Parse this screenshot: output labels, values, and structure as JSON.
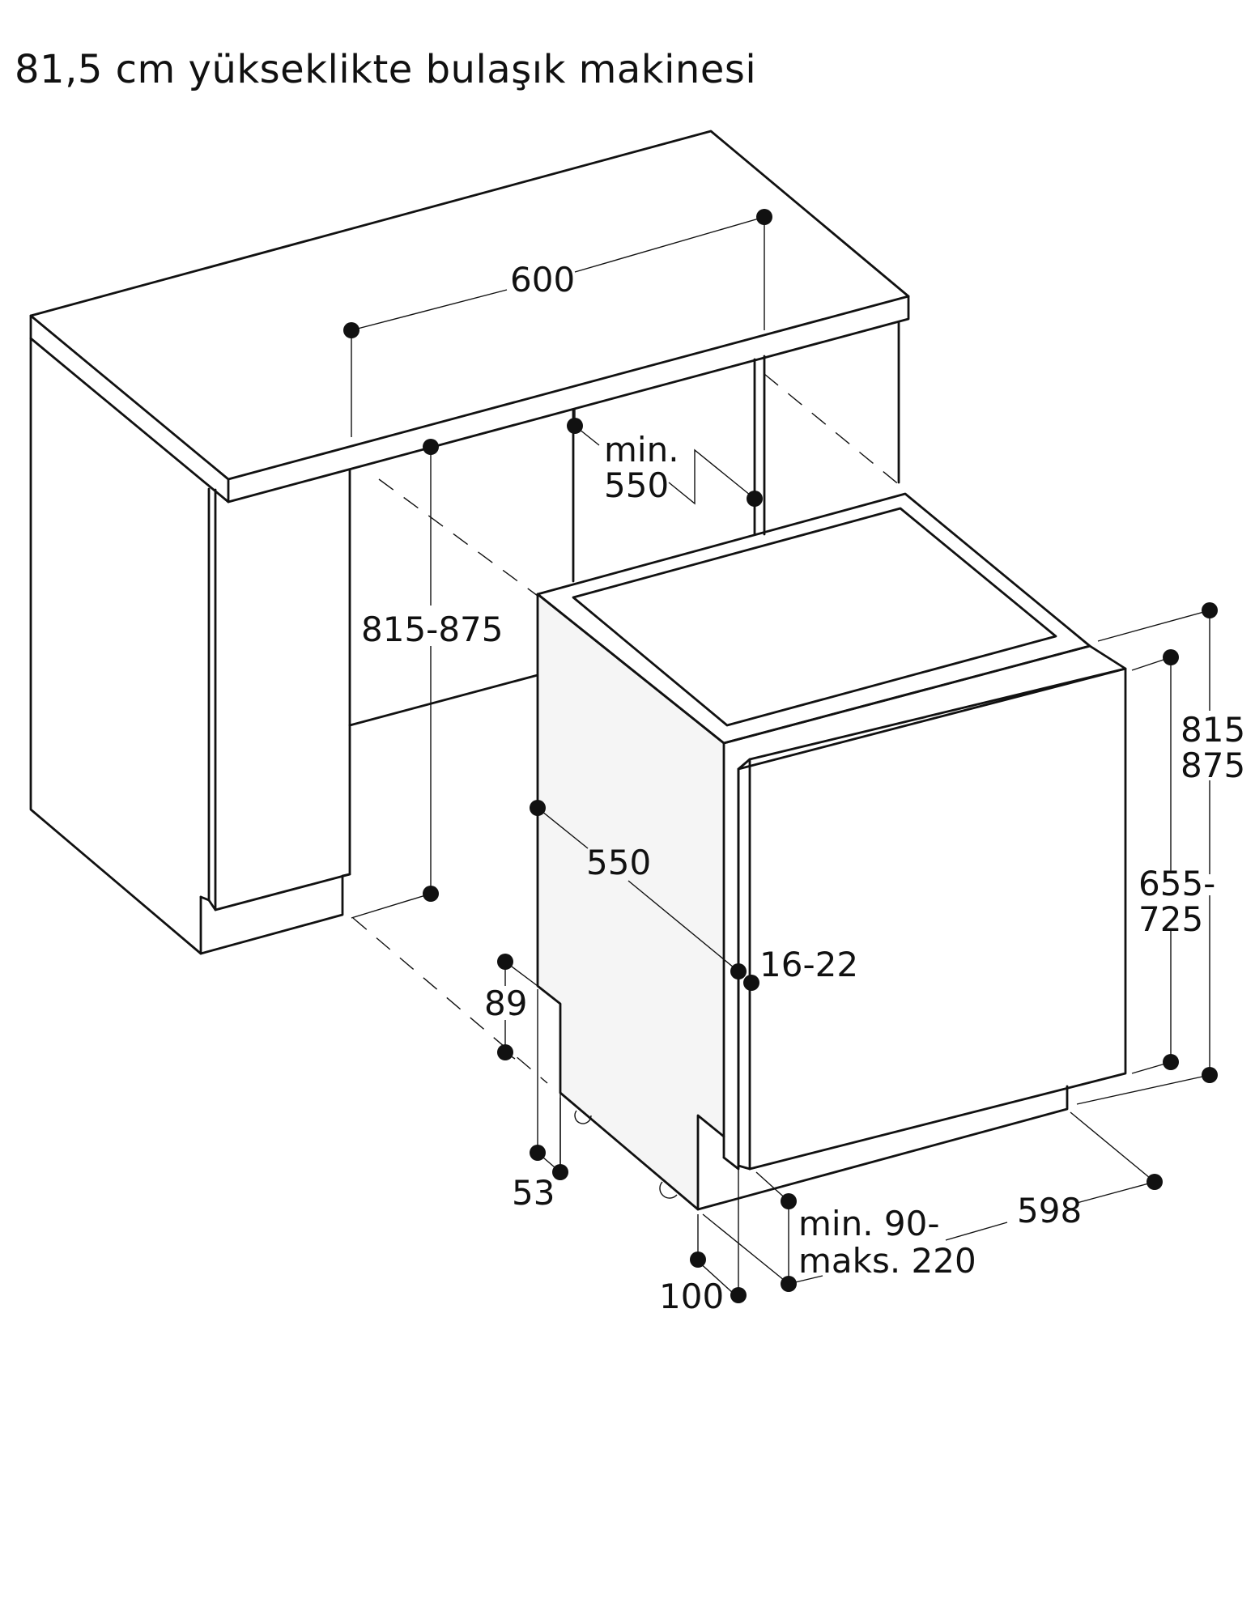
{
  "title": "81,5 cm yükseklikte bulaşık makinesi",
  "dimensions": {
    "width_600": "600",
    "min_550_line1": "min.",
    "min_550_line2": "550",
    "niche_height": "815-875",
    "depth_550": "550",
    "door_gap": "16-22",
    "height_815_line1": "815",
    "height_815_line2": "875",
    "height_655_line1": "655-",
    "height_655_line2": "725",
    "plinth_89": "89",
    "foot_53": "53",
    "plinth_line1": "min. 90-",
    "plinth_line2": "maks. 220",
    "width_598": "598",
    "depth_100": "100"
  }
}
